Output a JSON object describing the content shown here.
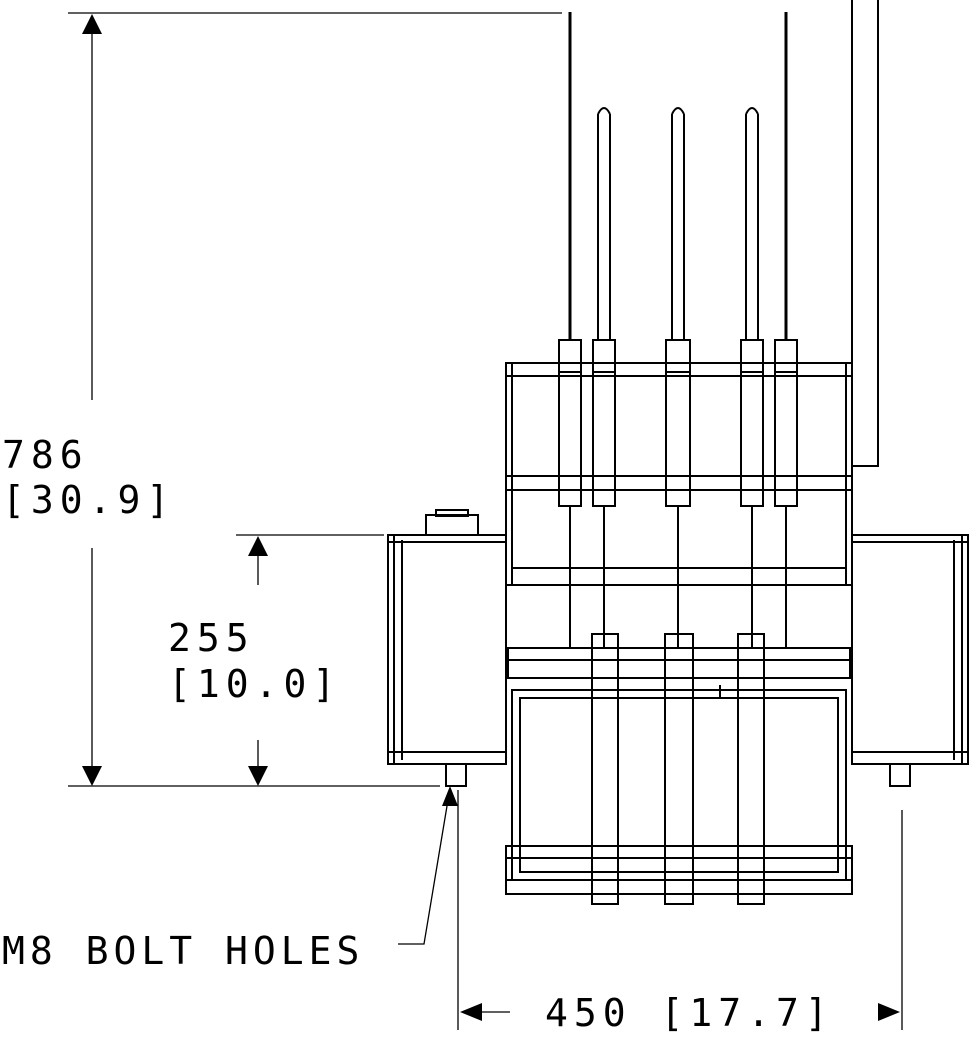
{
  "dimensions": {
    "overall_height": {
      "primary": "786",
      "secondary": "[30.9]"
    },
    "mount_height": {
      "primary": "255",
      "secondary": "[10.0]"
    },
    "bolt_spacing": {
      "text": "450 [17.7]"
    }
  },
  "callouts": {
    "bolt_holes": "M8 BOLT HOLES"
  }
}
